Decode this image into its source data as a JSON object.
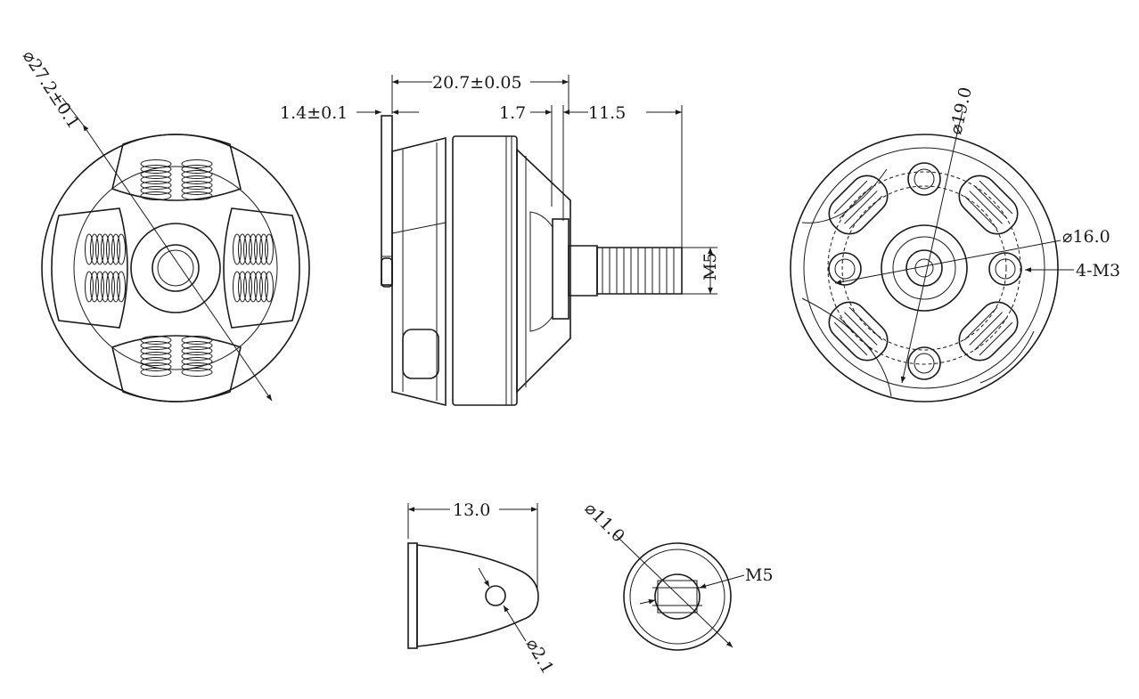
{
  "dimensions": {
    "outer_diameter": "⌀27.2±0.1",
    "overall_length": "20.7±0.05",
    "base_offset": "1.4±0.1",
    "flange": "1.7",
    "shaft_length": "11.5",
    "shaft_thread": "M5",
    "bolt_circle_outer": "⌀19.0",
    "bolt_circle_inner": "⌀16.0",
    "mount_holes": "4-M3",
    "nut_length": "13.0",
    "nut_diameter": "⌀11.0",
    "nut_thread": "M5",
    "pin_hole": "⌀2.1"
  }
}
